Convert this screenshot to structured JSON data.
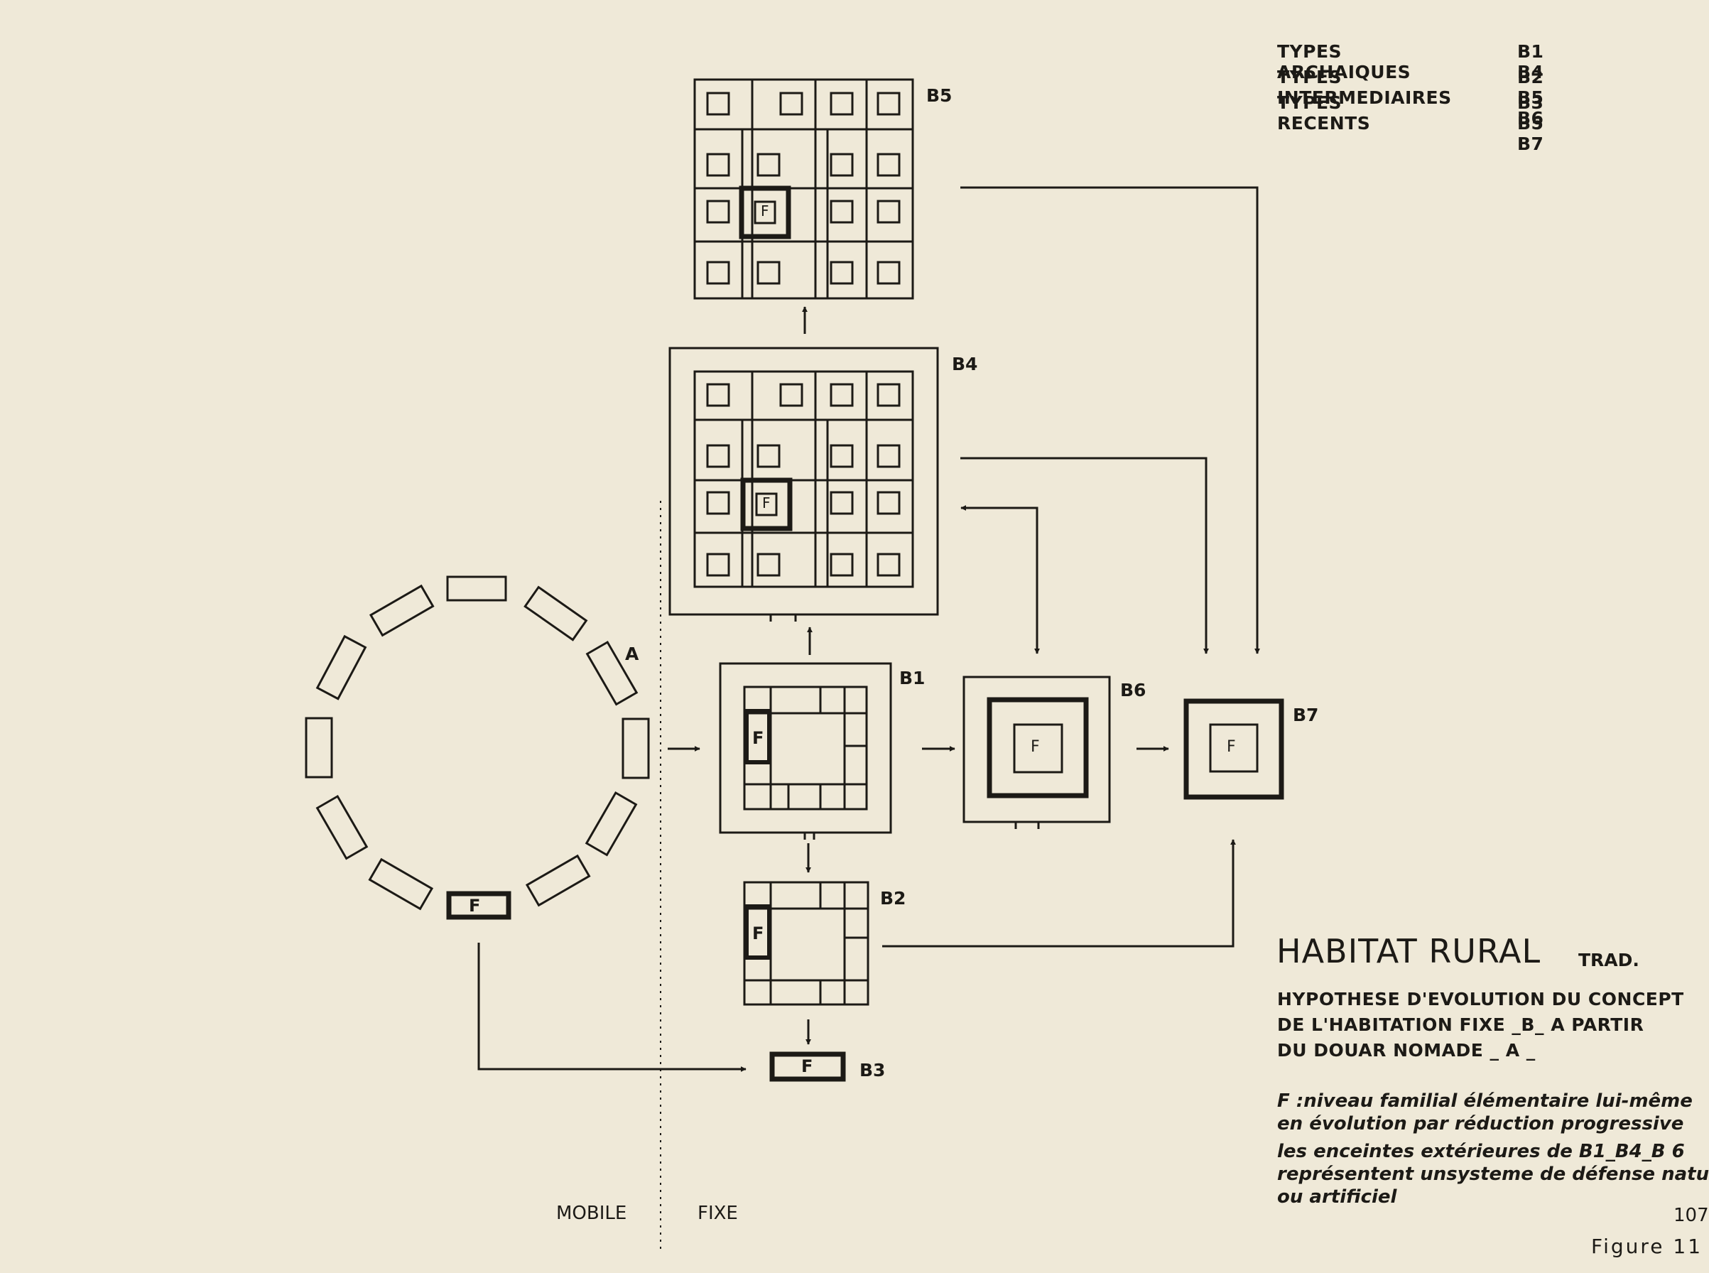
{
  "legend": [
    {
      "label": "TYPES ARCHAIQUES",
      "values": "B1  B4"
    },
    {
      "label": "TYPES INTERMEDIAIRES",
      "values": "B2  B5  B6"
    },
    {
      "label": "TYPES RECENTS",
      "values": "B3  B5  B7"
    }
  ],
  "diagram": {
    "nodes": {
      "A": "A",
      "B1": "B1",
      "B2": "B2",
      "B3": "B3",
      "B4": "B4",
      "B5": "B5",
      "B6": "B6",
      "B7": "B7"
    },
    "family_mark": "F",
    "mobile_label": "MOBILE",
    "fixed_label": "FIXE"
  },
  "caption": {
    "title": "HABITAT RURAL",
    "title_suffix": "TRAD.",
    "subtitle_lines": [
      "HYPOTHESE D'EVOLUTION DU CONCEPT",
      "DE  L'HABITATION FIXE _B_ A PARTIR",
      "DU  DOUAR  NOMADE _ A _"
    ],
    "note_lines": [
      "F  :niveau familial élémentaire lui-même",
      "en évolution par réduction progressive",
      "les enceintes extérieures de B1_B4_B 6",
      "représentent  unsysteme  de défense naturel",
      "ou artificiel"
    ]
  },
  "page_number": "107",
  "figure_label": "Figure 11",
  "colors": {
    "paper": "#efe9d8",
    "ink": "#1c1a16"
  }
}
